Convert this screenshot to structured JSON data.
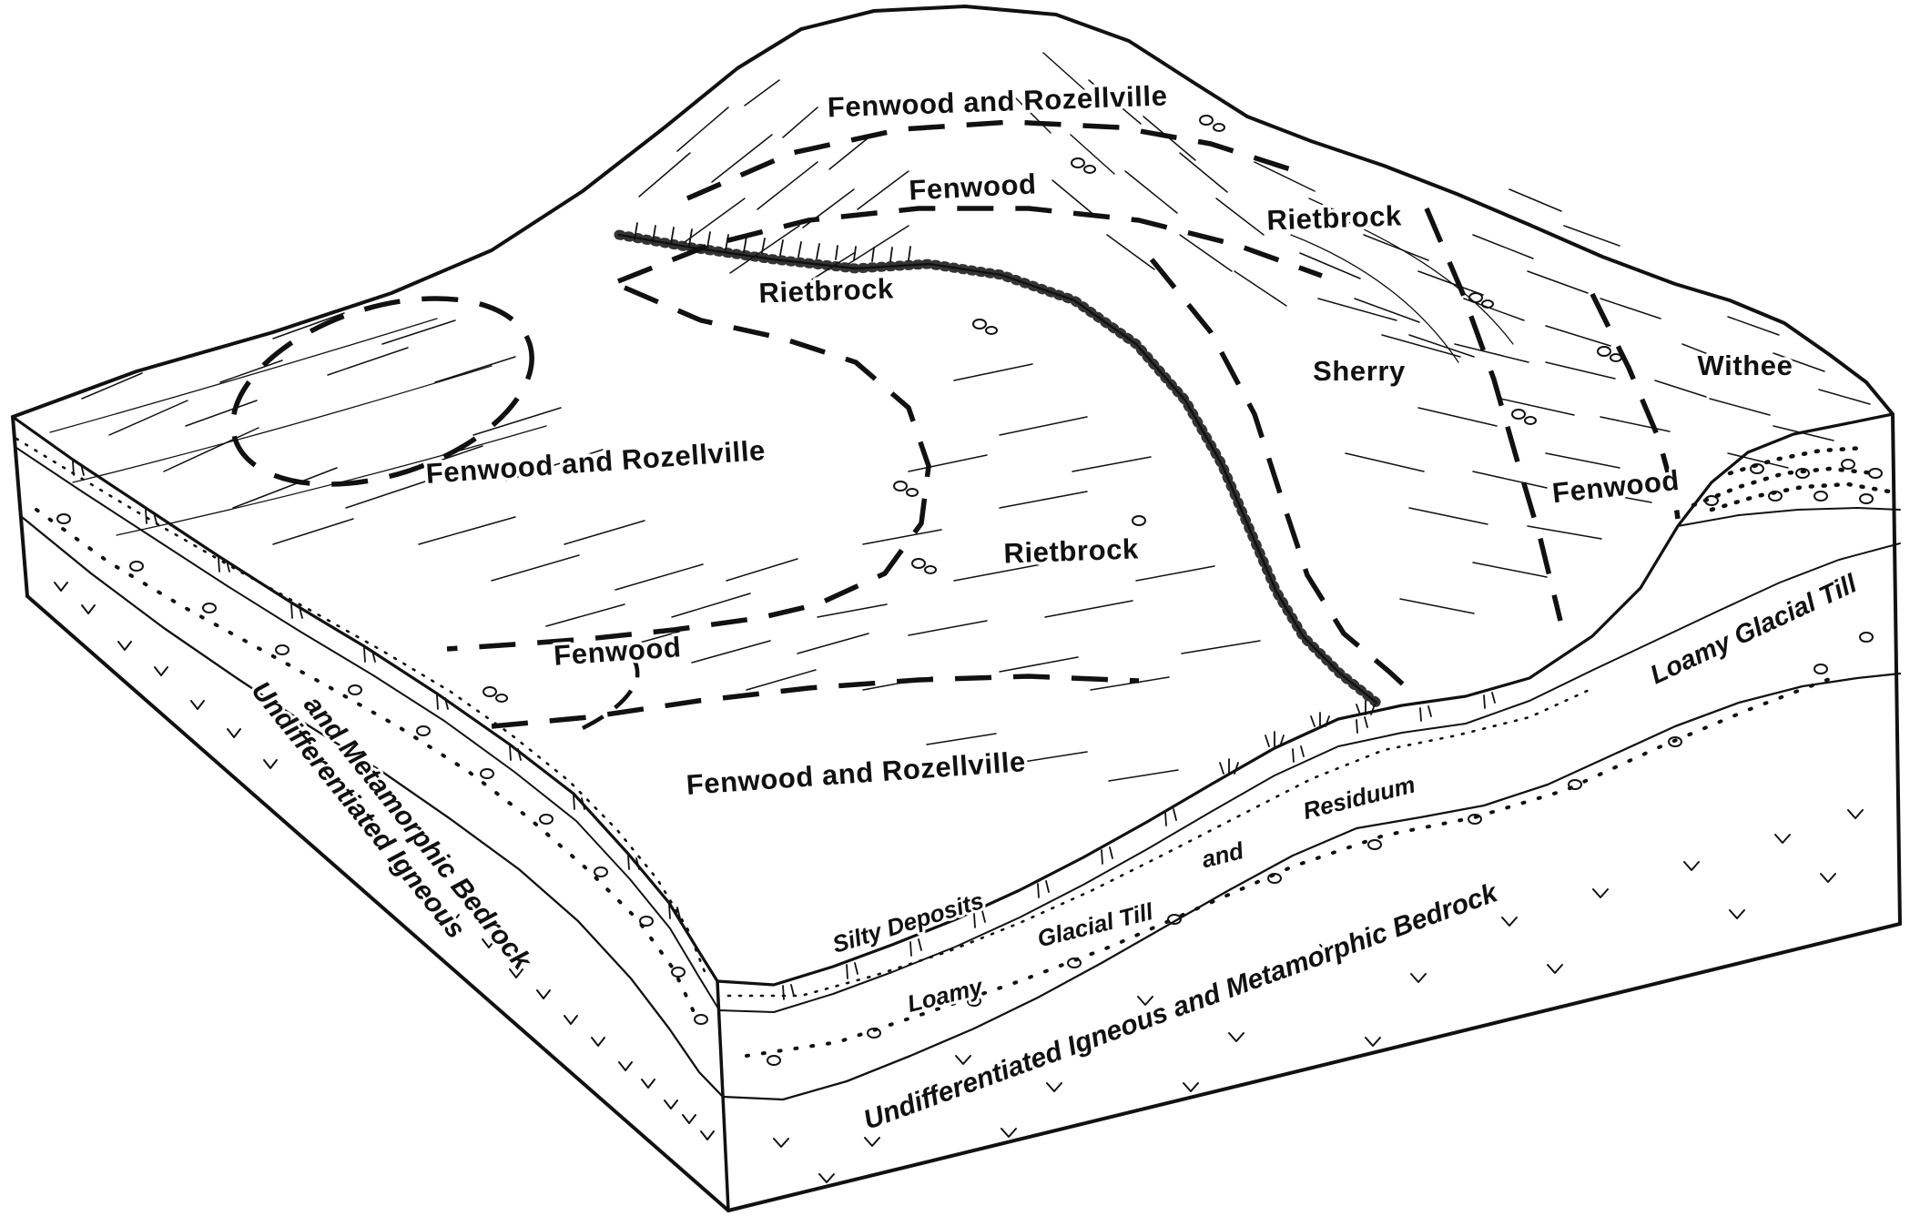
{
  "colors": {
    "ink": "#111111",
    "paper": "#ffffff"
  },
  "surface_labels": [
    "Fenwood and Rozellville",
    "Fenwood",
    "Rietbrock",
    "Rietbrock",
    "Sherry",
    "Withee",
    "Fenwood and Rozellville",
    "Fenwood",
    "Rietbrock",
    "Fenwood",
    "Fenwood and Rozellville"
  ],
  "section_labels": {
    "left_bedrock_line1": "Undifferentiated Igneous",
    "left_bedrock_line2": "and Metamorphic Bedrock",
    "silty": "Silty Deposits",
    "till_word1": "Loamy",
    "till_word2": "Glacial Till",
    "till_word3": "and",
    "till_word4": "Residuum",
    "front_bedrock": "Undifferentiated Igneous and Metamorphic Bedrock",
    "right_till": "Loamy Glacial Till"
  }
}
